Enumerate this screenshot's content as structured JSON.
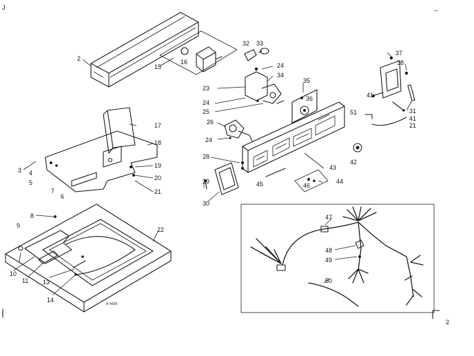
{
  "corner_marks": {
    "top_left": "J",
    "top_right": "_",
    "bottom_right": "2"
  },
  "figure_code": "A-4688",
  "callouts": [
    {
      "id": "c2",
      "text": "2"
    },
    {
      "id": "c15",
      "text": "15"
    },
    {
      "id": "c16",
      "text": "16"
    },
    {
      "id": "c32",
      "text": "32"
    },
    {
      "id": "c33",
      "text": "33"
    },
    {
      "id": "c24a",
      "text": "24"
    },
    {
      "id": "c34",
      "text": "34"
    },
    {
      "id": "c23",
      "text": "23"
    },
    {
      "id": "c24b",
      "text": "24"
    },
    {
      "id": "c25",
      "text": "25"
    },
    {
      "id": "c35",
      "text": "35"
    },
    {
      "id": "c36",
      "text": "36"
    },
    {
      "id": "c37",
      "text": "37"
    },
    {
      "id": "c38",
      "text": "38"
    },
    {
      "id": "c41a",
      "text": "41"
    },
    {
      "id": "c51",
      "text": "51"
    },
    {
      "id": "c31",
      "text": "31"
    },
    {
      "id": "c41b",
      "text": "41"
    },
    {
      "id": "c21a",
      "text": "21"
    },
    {
      "id": "c17",
      "text": "17"
    },
    {
      "id": "c18",
      "text": "18"
    },
    {
      "id": "c19",
      "text": "19"
    },
    {
      "id": "c20",
      "text": "20"
    },
    {
      "id": "c21b",
      "text": "21"
    },
    {
      "id": "c3",
      "text": "3"
    },
    {
      "id": "c4",
      "text": "4"
    },
    {
      "id": "c5",
      "text": "5"
    },
    {
      "id": "c7",
      "text": "7"
    },
    {
      "id": "c6",
      "text": "6"
    },
    {
      "id": "c26",
      "text": "26"
    },
    {
      "id": "c24c",
      "text": "24"
    },
    {
      "id": "c28",
      "text": "28"
    },
    {
      "id": "c29",
      "text": "29"
    },
    {
      "id": "c30",
      "text": "30"
    },
    {
      "id": "c42",
      "text": "42"
    },
    {
      "id": "c43",
      "text": "43"
    },
    {
      "id": "c45",
      "text": "45"
    },
    {
      "id": "c46",
      "text": "46"
    },
    {
      "id": "c44",
      "text": "44"
    },
    {
      "id": "c8",
      "text": "8"
    },
    {
      "id": "c22",
      "text": "22"
    },
    {
      "id": "c9",
      "text": "9"
    },
    {
      "id": "c10",
      "text": "10"
    },
    {
      "id": "c11",
      "text": "11"
    },
    {
      "id": "c13",
      "text": "13"
    },
    {
      "id": "c14",
      "text": "14"
    },
    {
      "id": "c47",
      "text": "47"
    },
    {
      "id": "c48",
      "text": "48"
    },
    {
      "id": "c49",
      "text": "49"
    },
    {
      "id": "c50",
      "text": "50"
    }
  ]
}
